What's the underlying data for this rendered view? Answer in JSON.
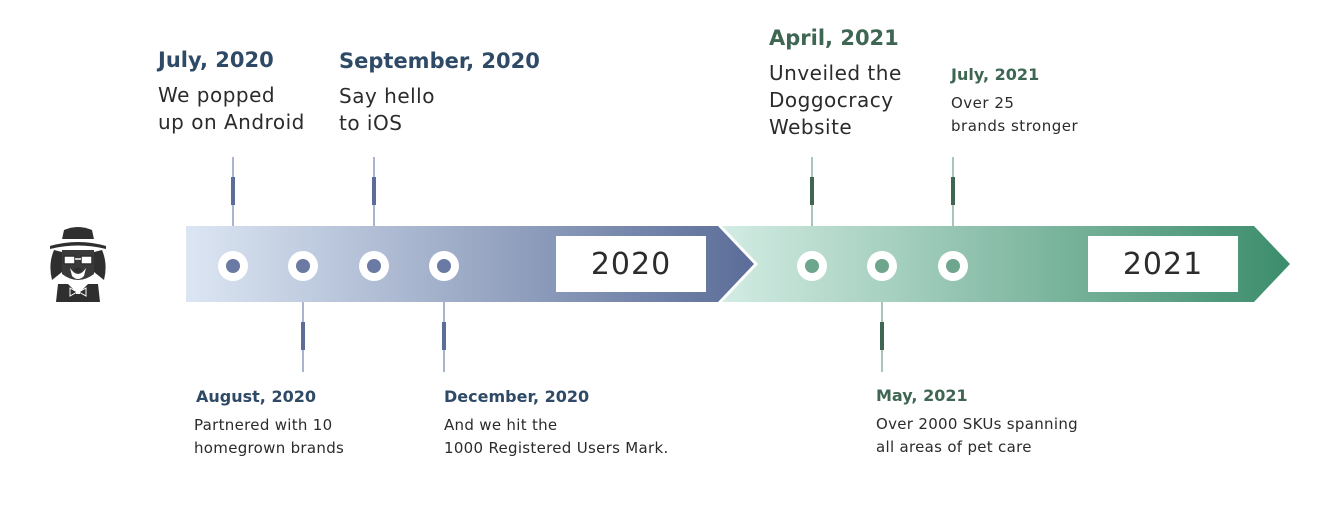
{
  "colors": {
    "blue_light": "#dce6f3",
    "blue_dark": "#5b6d98",
    "blue_dot": "#6a7aa3",
    "green_light": "#d3ece3",
    "green_dark": "#3c8d6c",
    "green_dot": "#6ea58d",
    "tick_blue": "#a9b5cc",
    "tick_green": "#a9c5ba",
    "date_blue": "#2e4a66",
    "date_green": "#3e6652"
  },
  "logo": {
    "icon": "detective-dog-icon"
  },
  "years": [
    {
      "label": "2020"
    },
    {
      "label": "2021"
    }
  ],
  "events_top": [
    {
      "date": "July, 2020",
      "desc": "We popped\nup on Android"
    },
    {
      "date": "September, 2020",
      "desc": "Say hello\nto iOS"
    },
    {
      "date": "April, 2021",
      "desc": "Unveiled the\nDoggocracy\nWebsite"
    },
    {
      "date": "July, 2021",
      "desc": "Over 25\nbrands stronger"
    }
  ],
  "events_bottom": [
    {
      "date": "August, 2020",
      "desc": "Partnered with 10\nhomegrown brands"
    },
    {
      "date": "December, 2020",
      "desc": "And we hit the\n1000 Registered Users Mark."
    },
    {
      "date": "May, 2021",
      "desc": "Over 2000 SKUs spanning\nall areas of pet care"
    }
  ]
}
